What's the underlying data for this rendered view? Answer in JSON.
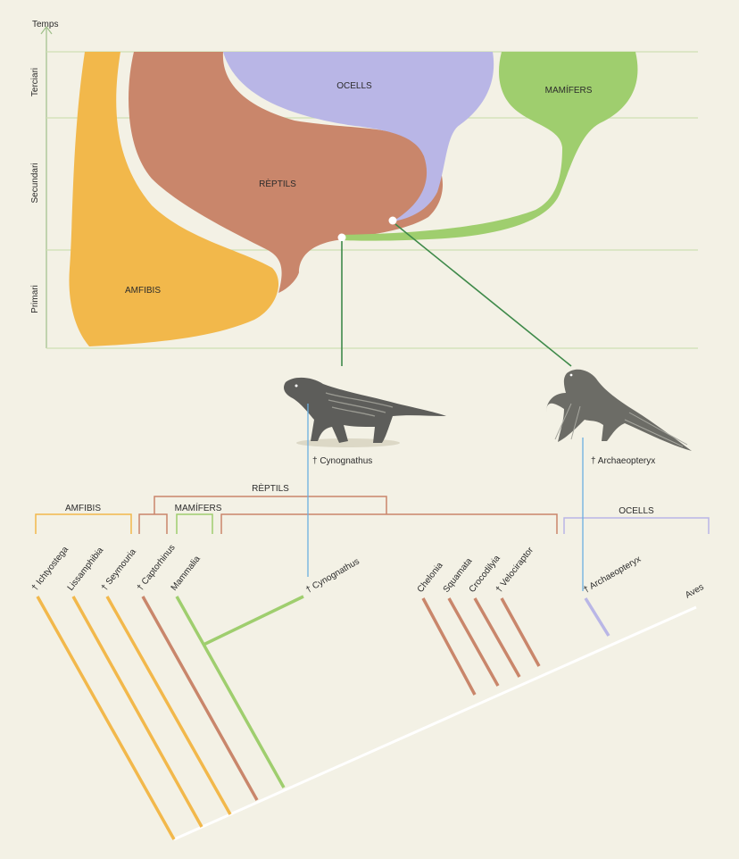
{
  "axis": {
    "title": "Temps",
    "eras": [
      "Terciari",
      "Secundari",
      "Primari"
    ]
  },
  "groups": {
    "amphibians": "AMFIBIS",
    "reptiles": "RÈPTILS",
    "birds": "OCELLS",
    "mammals": "MAMÍFERS"
  },
  "fossils": {
    "cynognathus": "† Cynognathus",
    "archaeopteryx": "† Archaeopteryx"
  },
  "clades": {
    "reptiles": "RÈPTILS",
    "amphibians": "AMFIBIS",
    "mammals": "MAMÍFERS",
    "birds": "OCELLS"
  },
  "taxa": [
    "† Ichtyostega",
    "Lissamphibia",
    "† Seymouria",
    "† Captorhinus",
    "Mammalia",
    "† Cynognathus",
    "Chelonia",
    "Squamata",
    "Crocodilyia",
    "† Velociraptor",
    "† Archaeopteryx",
    "Aves"
  ],
  "colors": {
    "amphibians": "#f2b84b",
    "reptiles": "#c9866b",
    "birds": "#b9b6e6",
    "mammals": "#9fce6e",
    "fossil_link": "#3f8a4a",
    "blue_link": "#6aaee0",
    "grid": "#cfe0b5",
    "background": "#f3f1e5"
  }
}
